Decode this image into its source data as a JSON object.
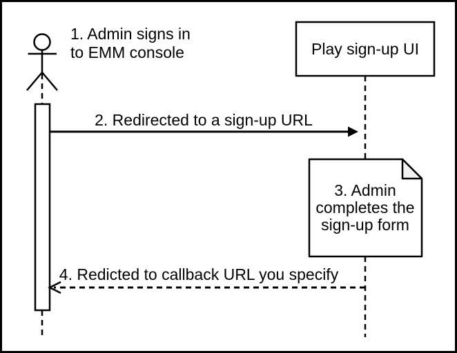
{
  "colors": {
    "stroke": "#000000",
    "background": "#ffffff",
    "note_fold": "#f2f2f2"
  },
  "participants": {
    "admin": {
      "type": "actor"
    },
    "play_signup_ui": {
      "label": "Play sign-up UI"
    }
  },
  "messages": [
    {
      "id": "1",
      "lines": [
        "1. Admin signs in",
        "to EMM console"
      ],
      "style": "text-only"
    },
    {
      "id": "2",
      "label": "2. Redirected to a sign-up URL",
      "style": "solid-arrow",
      "from": "admin",
      "to": "play_signup_ui"
    },
    {
      "id": "3",
      "lines": [
        "3. Admin",
        "completes the",
        "sign-up form"
      ],
      "style": "note"
    },
    {
      "id": "4",
      "label": "4. Redicted to callback URL you specify",
      "style": "dashed-arrow",
      "from": "play_signup_ui",
      "to": "admin"
    }
  ]
}
